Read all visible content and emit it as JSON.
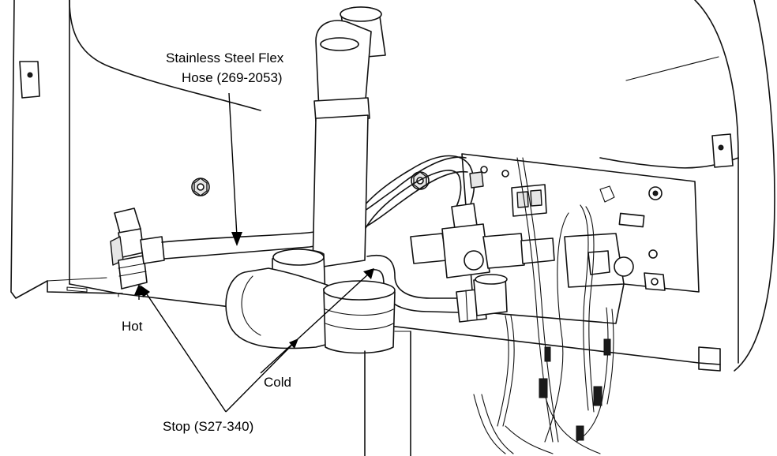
{
  "labels": {
    "hose_line1": "Stainless Steel Flex",
    "hose_line2": "Hose (269-2053)",
    "hot": "Hot",
    "cold": "Cold",
    "stop": "Stop (S27-340)"
  }
}
